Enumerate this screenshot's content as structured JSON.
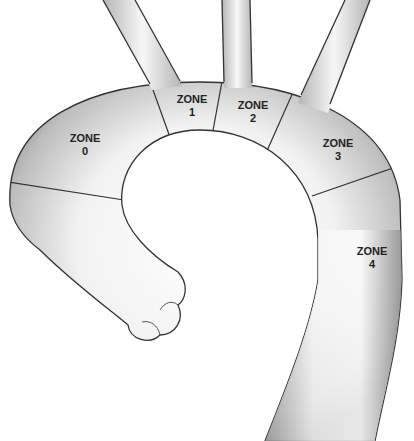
{
  "diagram": {
    "labels": [
      "ZONE 0",
      "ZONE 1",
      "ZONE 2",
      "ZONE 3",
      "ZONE 4"
    ]
  }
}
